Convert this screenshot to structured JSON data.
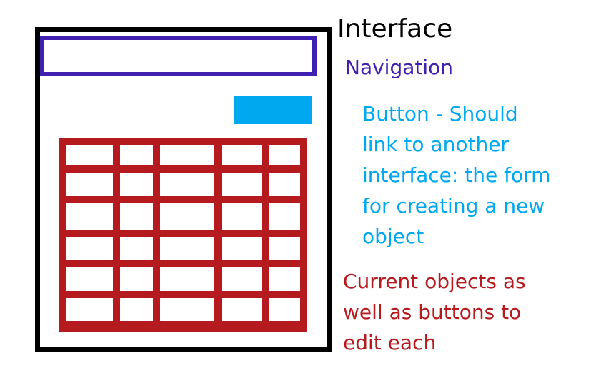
{
  "colors": {
    "frame": "#000000",
    "navigation": "#4020b0",
    "button": "#00a8ef",
    "objects": "#b51a1e"
  },
  "labels": {
    "interface": "Interface",
    "navigation": "Navigation",
    "button": [
      "Button - Should",
      "link to another",
      "interface: the form",
      "for creating a new",
      "object"
    ],
    "objects": [
      "Current objects as",
      "well as buttons to",
      "edit each"
    ]
  },
  "grid": {
    "rows": 6,
    "columns": 5
  }
}
